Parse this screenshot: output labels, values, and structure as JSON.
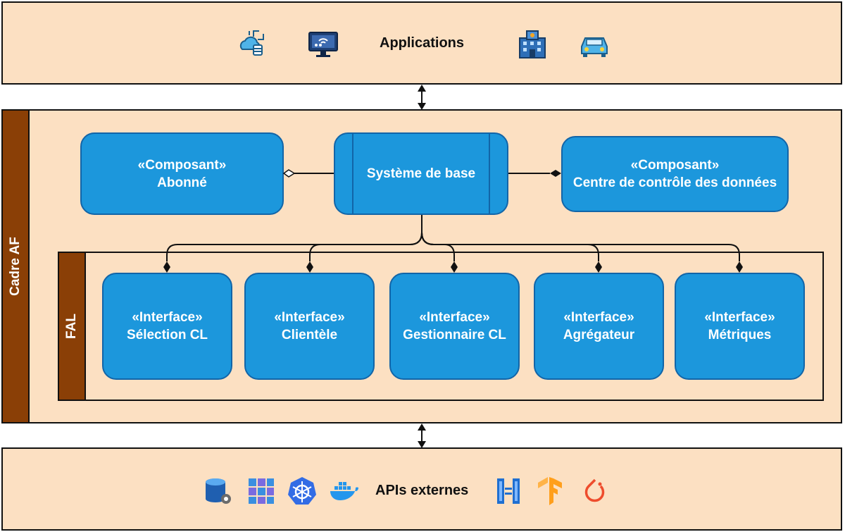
{
  "top": {
    "label": "Applications",
    "icons": [
      "cloud-network-icon",
      "smart-tv-icon",
      "building-icon",
      "car-icon"
    ]
  },
  "frame": {
    "label": "Cadre AF",
    "inner_label": "FAL"
  },
  "components": {
    "subscriber": {
      "stereotype": "«Composant»",
      "name": "Abonné"
    },
    "core": {
      "name": "Système de base"
    },
    "data_center": {
      "stereotype": "«Composant»",
      "name": "Centre de contrôle des données"
    }
  },
  "interfaces": [
    {
      "stereotype": "«Interface»",
      "name": "Sélection CL"
    },
    {
      "stereotype": "«Interface»",
      "name": "Clientèle"
    },
    {
      "stereotype": "«Interface»",
      "name": "Gestionnaire CL"
    },
    {
      "stereotype": "«Interface»",
      "name": "Agrégateur"
    },
    {
      "stereotype": "«Interface»",
      "name": "Métriques"
    }
  ],
  "bottom": {
    "label": "APIs externes",
    "icons": [
      "database-settings-icon",
      "grid-blocks-icon",
      "kubernetes-icon",
      "docker-icon",
      "vertical-bars-icon",
      "tensorflow-icon",
      "pytorch-icon"
    ]
  },
  "colors": {
    "band_fill": "#fce0c2",
    "box_fill": "#1c97dc",
    "box_border": "#1265a8",
    "side_bar": "#8a3f06"
  }
}
